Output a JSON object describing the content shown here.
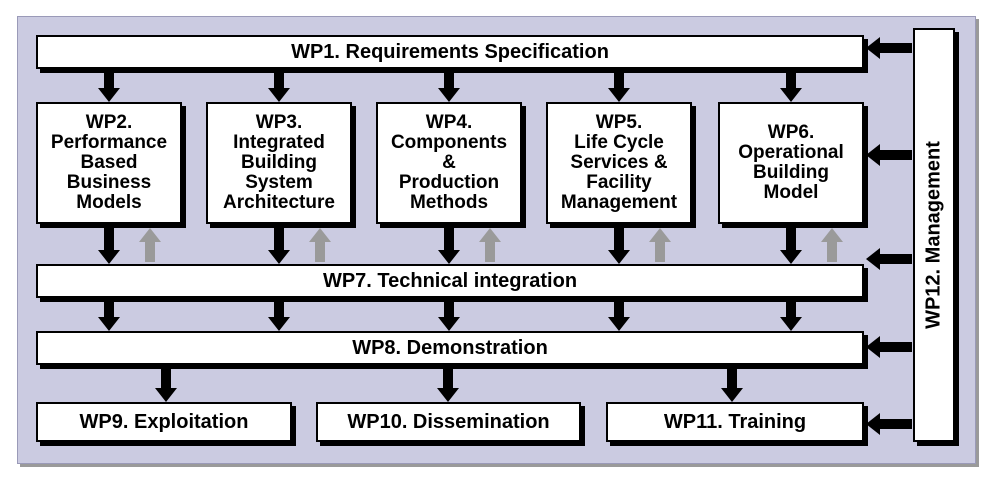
{
  "wp1": {
    "label": "WP1. Requirements Specification"
  },
  "wps": [
    {
      "label": "WP2.\nPerformance\nBased\nBusiness\nModels"
    },
    {
      "label": "WP3.\nIntegrated\nBuilding\nSystem\nArchitecture"
    },
    {
      "label": "WP4.\nComponents\n&\nProduction\nMethods"
    },
    {
      "label": "WP5.\nLife Cycle\nServices &\nFacility\nManagement"
    },
    {
      "label": "WP6.\nOperational\nBuilding\nModel"
    }
  ],
  "wp7": {
    "label": "WP7. Technical integration"
  },
  "wp8": {
    "label": "WP8. Demonstration"
  },
  "bottom": [
    {
      "label": "WP9. Exploitation"
    },
    {
      "label": "WP10. Dissemination"
    },
    {
      "label": "WP11. Training"
    }
  ],
  "wp12": {
    "label": "WP12. Management"
  },
  "colors": {
    "panel": "#cbcbe1",
    "box": "#ffffff",
    "arrow": "#000000",
    "feedback_arrow": "#9a9a9a"
  }
}
